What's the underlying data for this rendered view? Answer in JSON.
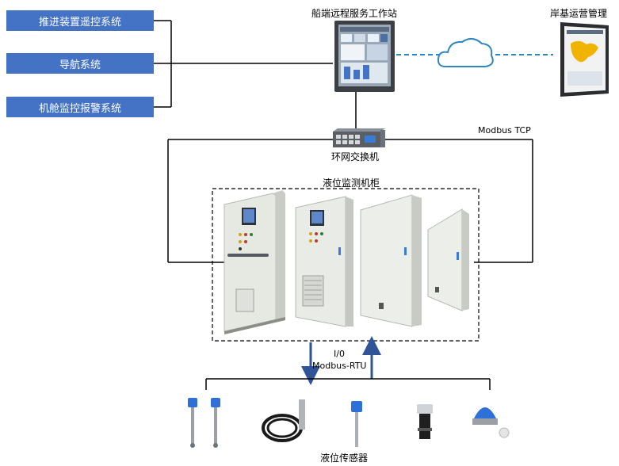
{
  "systems": [
    {
      "label": "推进装置遥控系统"
    },
    {
      "label": "导航系统"
    },
    {
      "label": "机舱监控报警系统"
    }
  ],
  "workstation": {
    "label": "船端远程服务工作站"
  },
  "shore": {
    "label": "岸基运营管理"
  },
  "switch": {
    "label": "环网交换机"
  },
  "protocol_top": {
    "label": "Modbus TCP"
  },
  "cabinet": {
    "label": "液位监测机柜"
  },
  "io": {
    "label": "I/0",
    "protocol": "Modbus-RTU"
  },
  "sensors": {
    "label": "液位传感器"
  },
  "colors": {
    "system_box": "#4472c4",
    "link_arrow": "#2f5597",
    "cloud": "#2e86c1",
    "cabinet_body": "#e8ebe4"
  }
}
